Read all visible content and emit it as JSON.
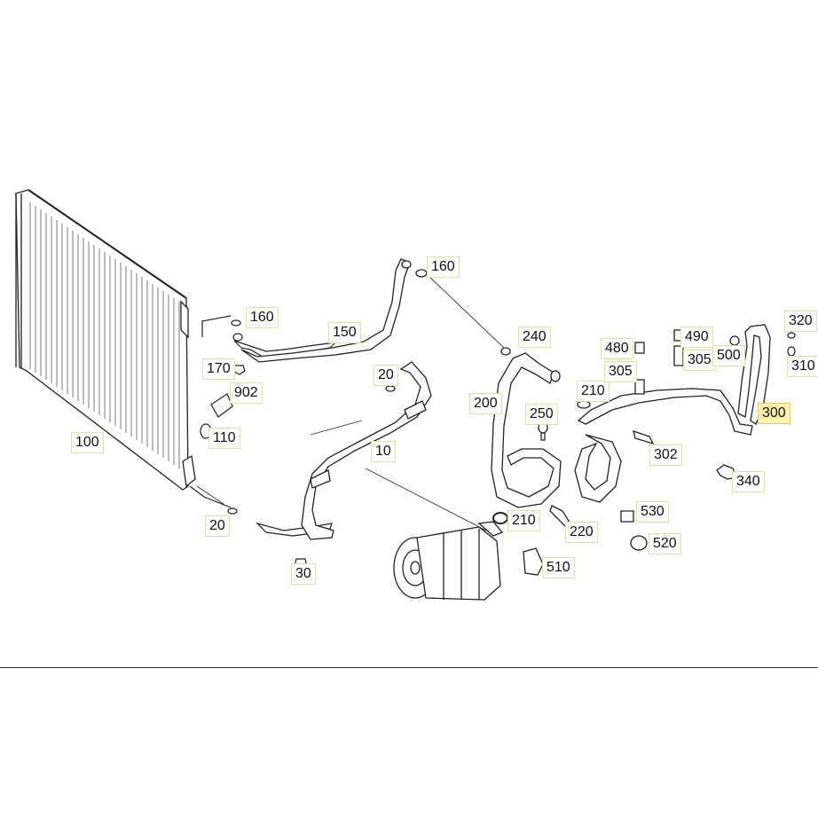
{
  "labels": {
    "p100": "100",
    "p110": "110",
    "p902": "902",
    "p170": "170",
    "p160a": "160",
    "p160b": "160",
    "p150": "150",
    "p20a": "20",
    "p20b": "20",
    "p10": "10",
    "p30": "30",
    "p240": "240",
    "p200": "200",
    "p210a": "210",
    "p210b": "210",
    "p250": "250",
    "p220": "220",
    "p510": "510",
    "p480": "480",
    "p305a": "305",
    "p490": "490",
    "p305b": "305",
    "p500": "500",
    "p320": "320",
    "p310": "310",
    "p300": "300",
    "p302": "302",
    "p340": "340",
    "p530": "530",
    "p520": "520"
  },
  "highlight": {
    "part": "300",
    "color": "#fff3b0"
  }
}
